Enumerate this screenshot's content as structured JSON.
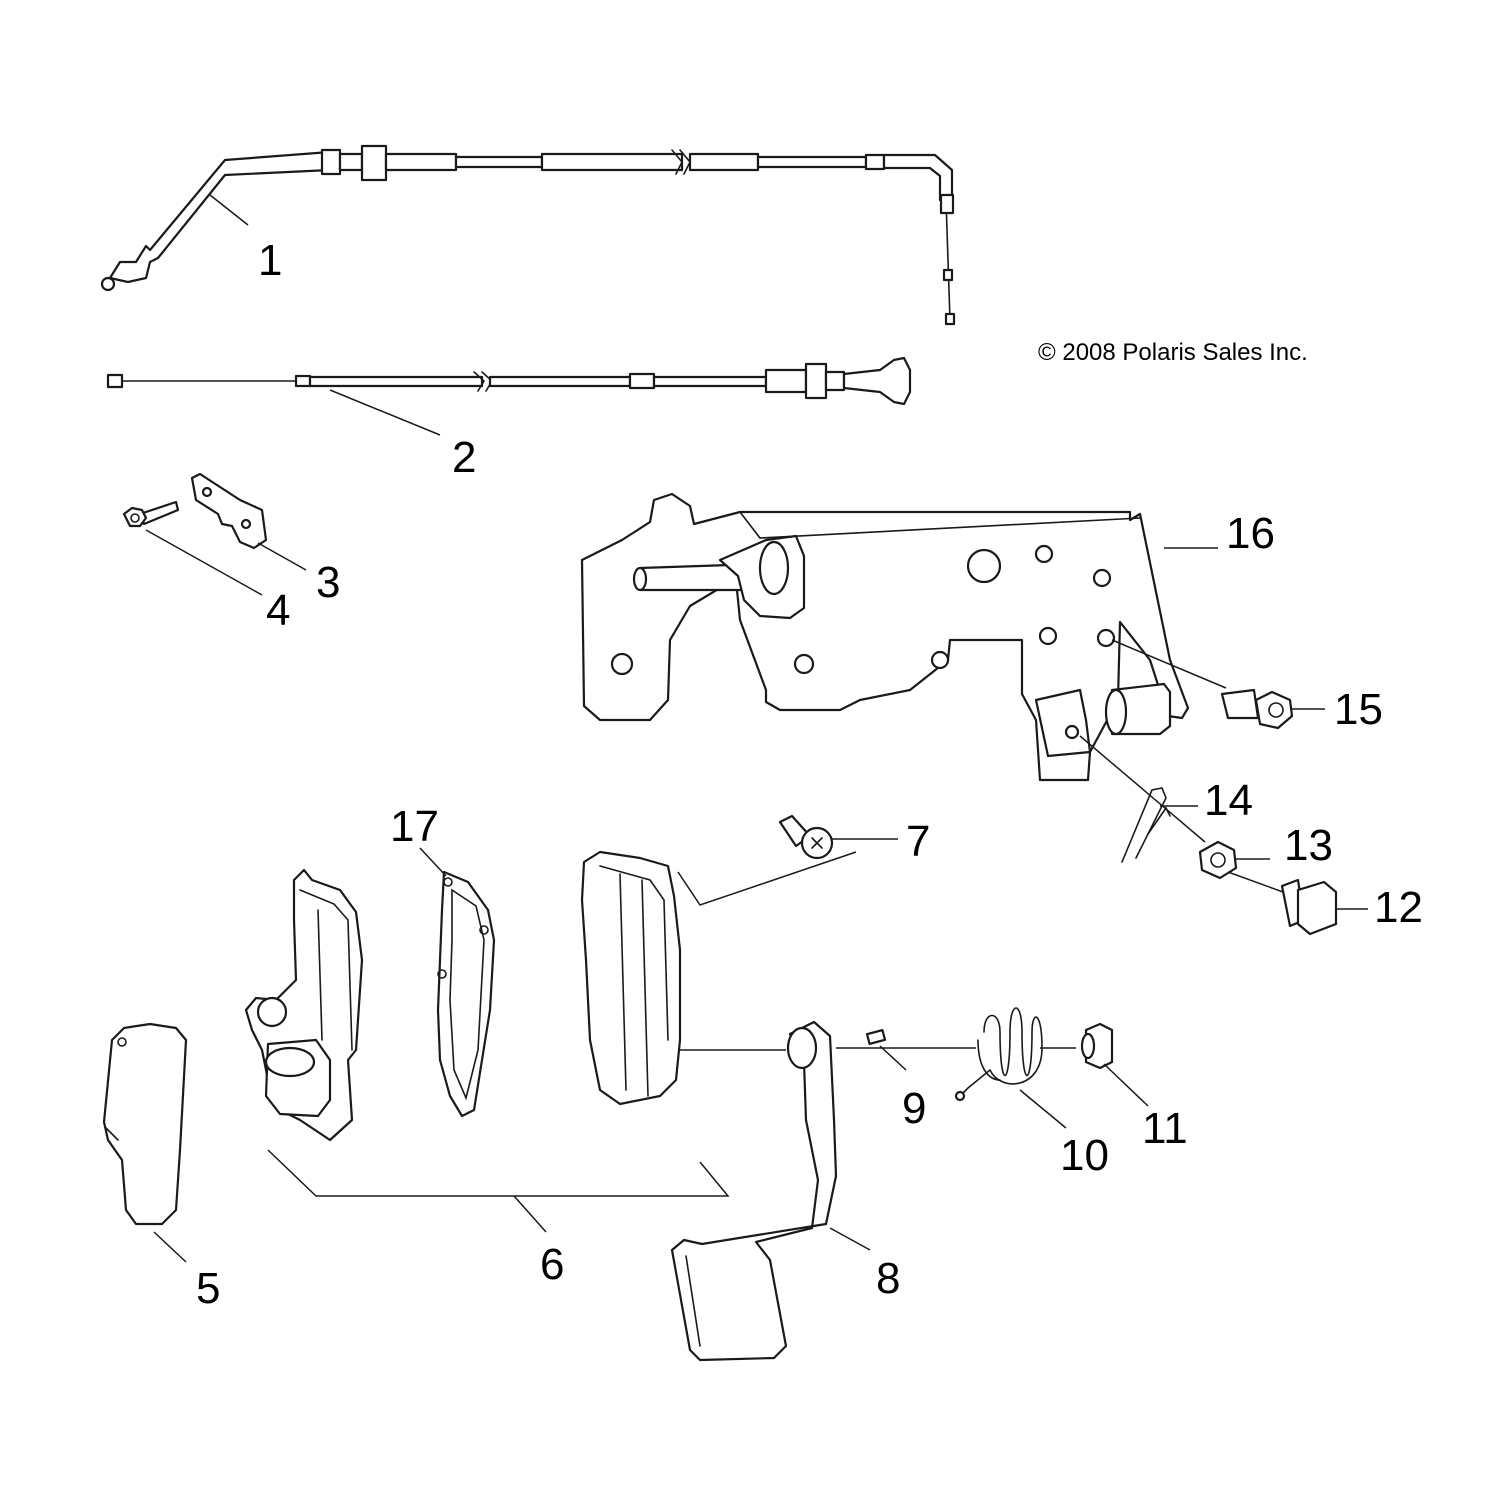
{
  "copyright": "© 2008 Polaris Sales Inc.",
  "callouts": {
    "c1": "1",
    "c2": "2",
    "c3": "3",
    "c4": "4",
    "c5": "5",
    "c6": "6",
    "c7": "7",
    "c8": "8",
    "c9": "9",
    "c10": "10",
    "c11": "11",
    "c12": "12",
    "c13": "13",
    "c14": "14",
    "c15": "15",
    "c16": "16",
    "c17": "17"
  }
}
